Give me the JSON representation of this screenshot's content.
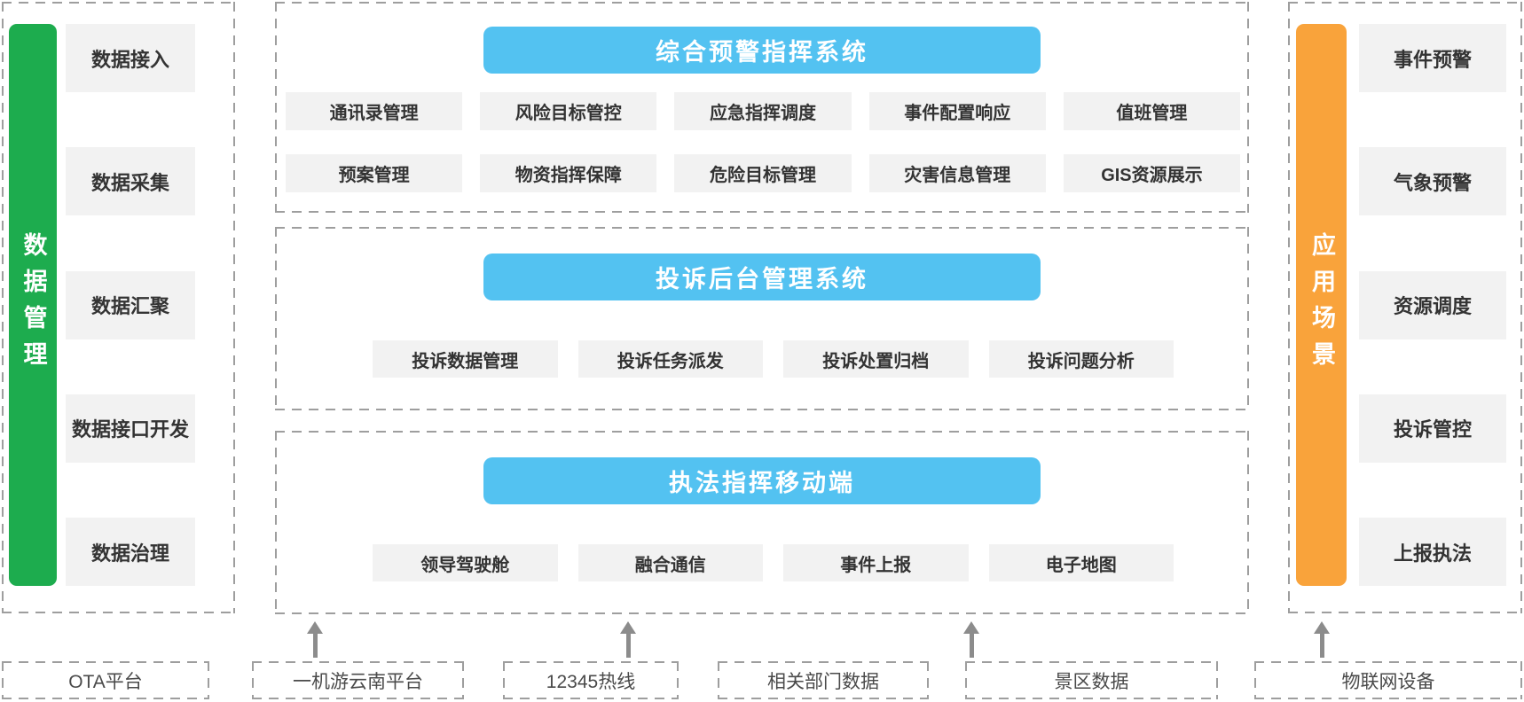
{
  "colors": {
    "green": "#1DAC4E",
    "orange": "#F9A33B",
    "blue": "#53C2F1",
    "chip-bg": "#F2F2F2",
    "chip-text": "#333333",
    "dash": "#9E9E9E",
    "arrow": "#8C8C8C",
    "source-text": "#4A4A4A"
  },
  "left_panel": {
    "bar_label": "数据管理",
    "items": [
      "数据接入",
      "数据采集",
      "数据汇聚",
      "数据接口开发",
      "数据治理"
    ]
  },
  "systems": [
    {
      "title": "综合预警指挥系统",
      "rows": [
        [
          "通讯录管理",
          "风险目标管控",
          "应急指挥调度",
          "事件配置响应",
          "值班管理"
        ],
        [
          "预案管理",
          "物资指挥保障",
          "危险目标管理",
          "灾害信息管理",
          "GIS资源展示"
        ]
      ]
    },
    {
      "title": "投诉后台管理系统",
      "rows": [
        [
          "投诉数据管理",
          "投诉任务派发",
          "投诉处置归档",
          "投诉问题分析"
        ]
      ]
    },
    {
      "title": "执法指挥移动端",
      "rows": [
        [
          "领导驾驶舱",
          "融合通信",
          "事件上报",
          "电子地图"
        ]
      ]
    }
  ],
  "right_panel": {
    "bar_label": "应用场景",
    "items": [
      "事件预警",
      "气象预警",
      "资源调度",
      "投诉管控",
      "上报执法"
    ]
  },
  "sources": [
    {
      "label": "OTA平台"
    },
    {
      "label": "一机游云南平台"
    },
    {
      "label": "12345热线"
    },
    {
      "label": "相关部门数据"
    },
    {
      "label": "景区数据"
    },
    {
      "label": "物联网设备"
    }
  ]
}
